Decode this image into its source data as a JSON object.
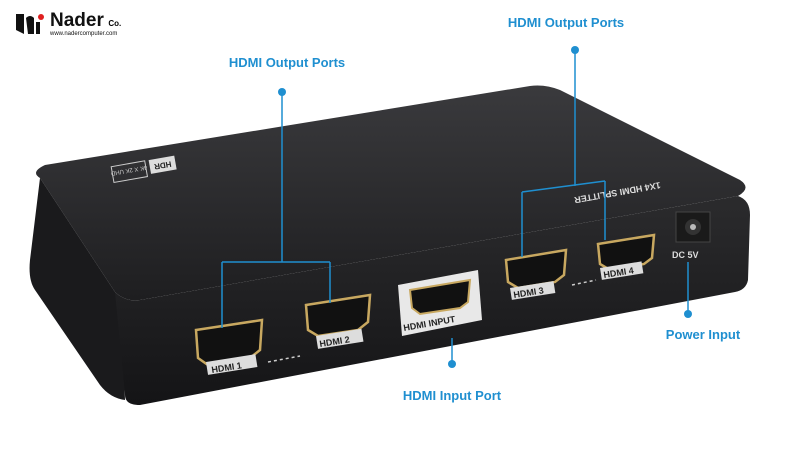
{
  "logo": {
    "name": "Nader",
    "suffix": "Co.",
    "url": "www.nadercomputer.com"
  },
  "callouts": {
    "output_left": "HDMI Output Ports",
    "output_right": "HDMI Output Ports",
    "input": "HDMI Input Port",
    "power": "Power Input"
  },
  "device": {
    "model_text": "1X4 HDMI SPLITTER",
    "badge_hdr": "HDR",
    "badge_uhd": "4K X 2K UHD",
    "ports": [
      "HDMI 1",
      "HDMI 2",
      "HDMI INPUT",
      "HDMI 3",
      "HDMI 4"
    ],
    "power_label": "DC 5V"
  },
  "colors": {
    "accent": "#1f8fd0",
    "device": "#2a2a2c"
  }
}
